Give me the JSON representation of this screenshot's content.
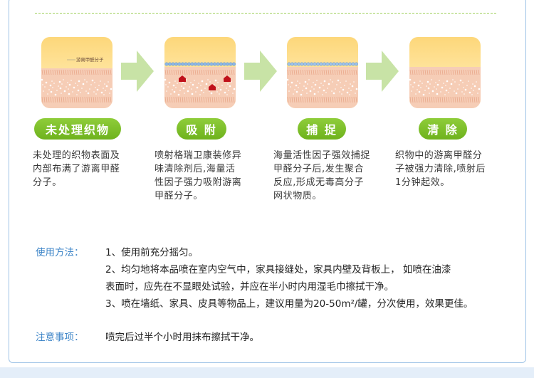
{
  "steps": [
    {
      "title": "未处理织物",
      "panel_label": "游离甲醛分子",
      "desc": [
        "未处理的织物表面及",
        "内部布满了游离甲醛",
        "分子。"
      ]
    },
    {
      "title": "吸 附",
      "desc": [
        "喷射格瑞卫康装修异",
        "味清除剂后,海量活",
        "性因子强力吸附游离",
        "甲醛分子。"
      ]
    },
    {
      "title": "捕 捉",
      "desc": [
        "海量活性因子强效捕捉",
        "甲醛分子后,发生聚合",
        "反应,形成无毒高分子",
        "网状物质。"
      ]
    },
    {
      "title": "清 除",
      "desc": [
        "织物中的游离甲醛分",
        "子被强力清除,喷射后",
        "1分钟起效。"
      ]
    }
  ],
  "usage": {
    "label": "使用方法：",
    "lines": [
      "1、使用前充分摇匀。",
      "2、均匀地将本品喷在室内空气中，家具接缝处，家具内壁及背板上， 如喷在油漆",
      "表面时，应先在不显眼处试验，并应在半小时内用湿毛巾擦拭干净。",
      "3、喷在墙纸、家具、皮具等物品上，建议用量为20-50m²/罐，分次使用，效果更佳。"
    ]
  },
  "notes": {
    "label": "注意事项：",
    "text": "喷完后过半个小时用抹布擦拭干净。"
  },
  "colors": {
    "accent_green": "#7cbf2a",
    "label_blue": "#3f86c8",
    "arrow_green": "#c6e2a2",
    "skin": "#f3c3ab",
    "yellow": "#fde8a0"
  }
}
